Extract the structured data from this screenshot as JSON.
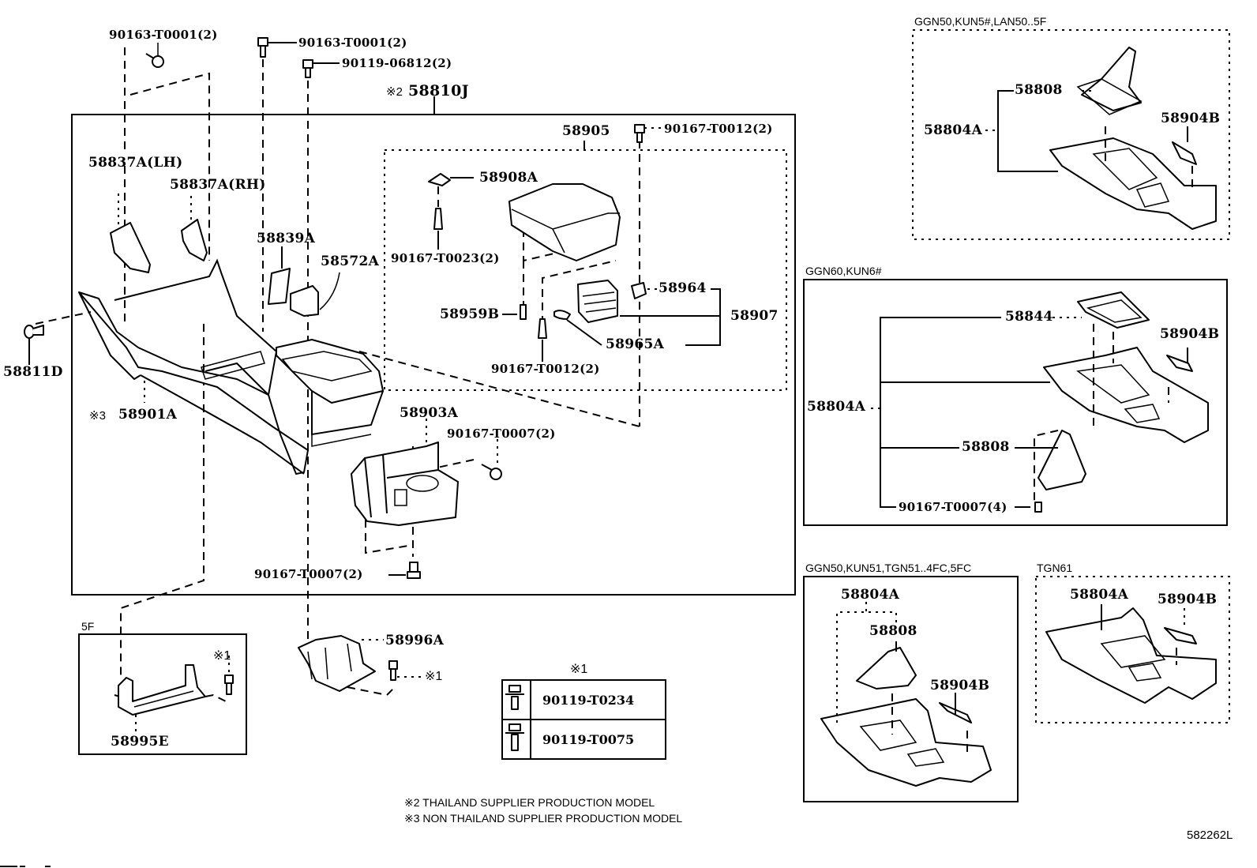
{
  "diagram": {
    "type": "parts-exploded-view",
    "subject": "Console box",
    "figure_code": "582262L"
  },
  "main_assembly": {
    "label": "58810J",
    "note_mark": "※2",
    "parts": {
      "bolt_top_left": "90163-T0001(2)",
      "bolt_top_mid": "90163-T0001(2)",
      "bolt_top_right": "90119-06812(2)",
      "p58837a_lh": "58837A(LH)",
      "p58837a_rh": "58837A(RH)",
      "p58839a": "58839A",
      "p58572a": "58572A",
      "p58811d": "58811D",
      "p58901a_mark": "※3",
      "p58901a": "58901A",
      "p58903a": "58903A",
      "bolt_58903a_side": "90167-T0007(2)",
      "bolt_58903a_bottom": "90167-T0007(2)"
    }
  },
  "armrest_box": {
    "label": "58905",
    "bolt_top": "90167-T0012(2)",
    "parts": {
      "p58908a": "58908A",
      "screw": "90167-T0023(2)",
      "p58959b": "58959B",
      "p58964": "58964",
      "p58907": "58907",
      "p58965a": "58965A",
      "screw_bottom": "90167-T0012(2)"
    }
  },
  "bracket_5f": {
    "caption": "5F",
    "part": "58995E",
    "mark": "※1"
  },
  "bracket_main": {
    "part": "58996A",
    "mark": "※1"
  },
  "bolt_table": {
    "title": "※1",
    "rows": [
      {
        "icon": "flange-bolt-icon",
        "part": "90119-T0234"
      },
      {
        "icon": "washer-bolt-icon",
        "part": "90119-T0075"
      }
    ]
  },
  "notes": [
    "※2 THAILAND SUPPLIER PRODUCTION MODEL",
    "※3 NON THAILAND SUPPLIER PRODUCTION MODEL"
  ],
  "variants": [
    {
      "caption": "GGN50,KUN5#,LAN50..5F",
      "parts": {
        "a": "58808",
        "b": "58804A",
        "c": "58904B"
      }
    },
    {
      "caption": "GGN60,KUN6#",
      "parts": {
        "a": "58844",
        "b": "58904B",
        "c": "58804A",
        "d": "58808",
        "e": "90167-T0007(4)"
      }
    },
    {
      "caption": "GGN50,KUN51,TGN51..4FC,5FC",
      "parts": {
        "a": "58804A",
        "b": "58808",
        "c": "58904B"
      }
    },
    {
      "caption": "TGN61",
      "parts": {
        "a": "58804A",
        "b": "58904B"
      }
    }
  ]
}
